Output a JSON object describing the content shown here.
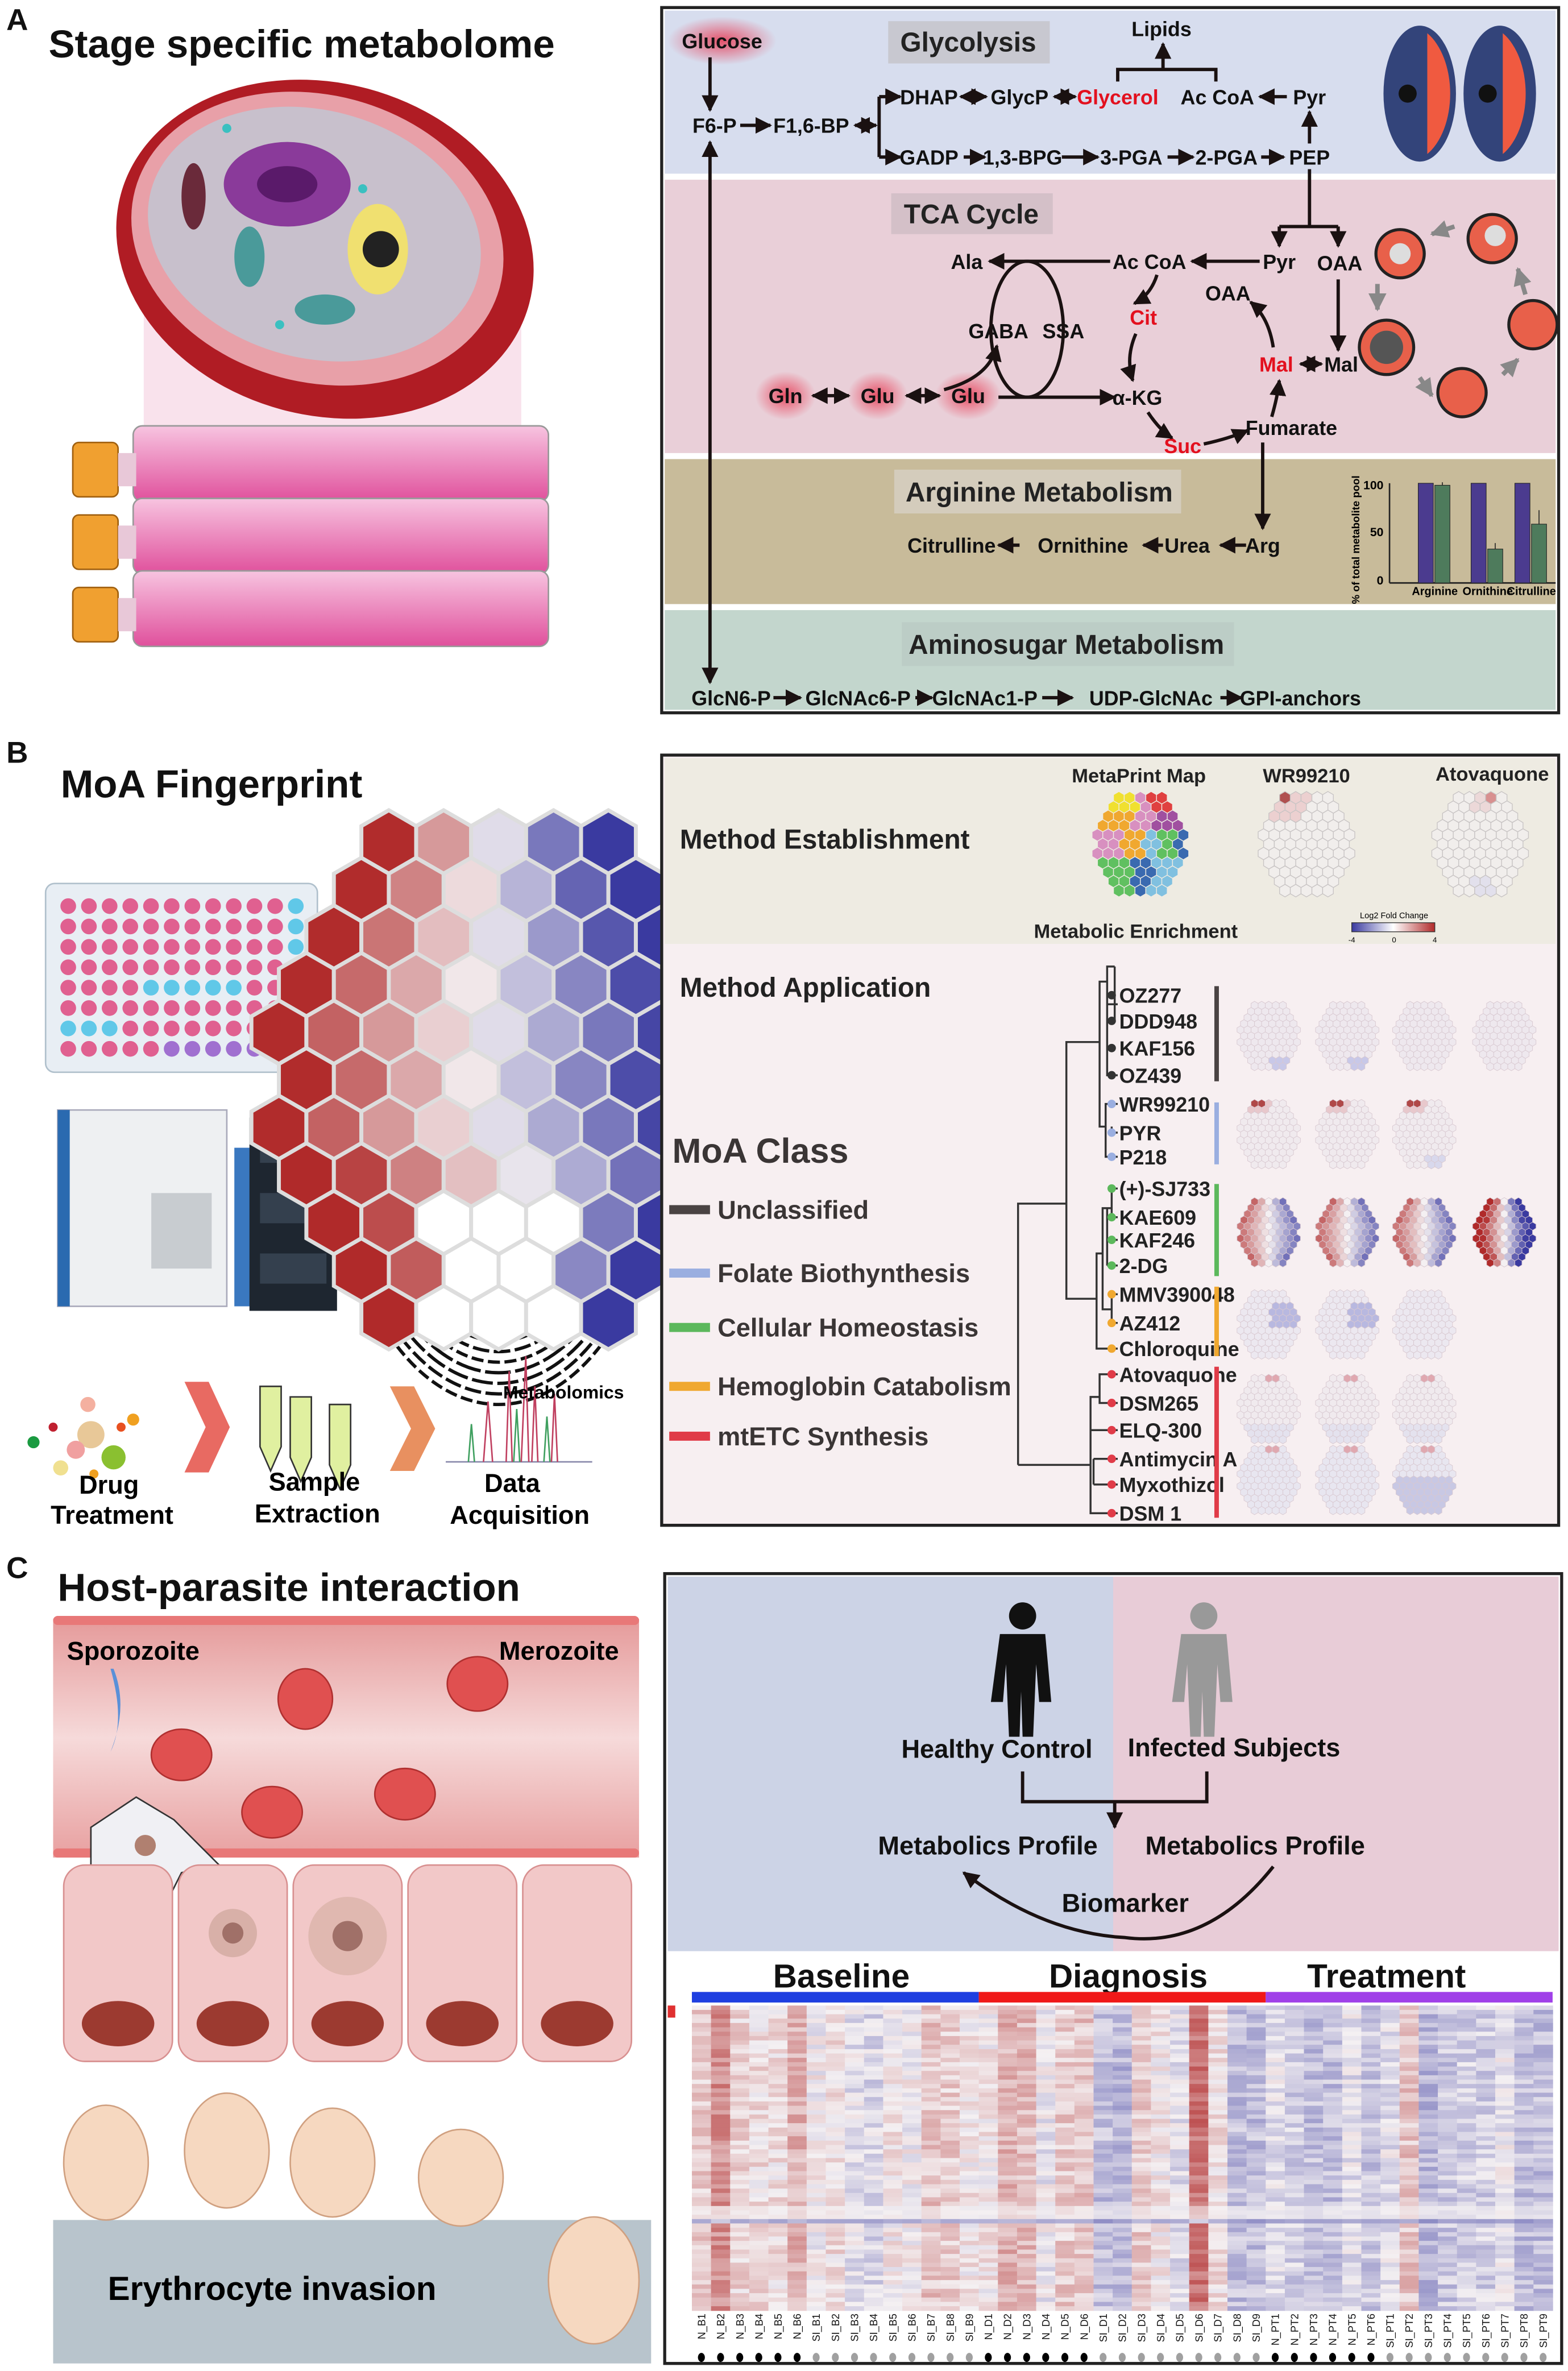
{
  "panel_a": {
    "letter": "A",
    "title": "Stage specific metabolome",
    "glycolysis_title": "Glycolysis",
    "glucose": "Glucose",
    "lipids": "Lipids",
    "f6p": "F6-P",
    "f16bp": "F1,6-BP",
    "dhap": "DHAP",
    "glycp": "GlycP",
    "glycerol": "Glycerol",
    "accoa": "Ac CoA",
    "pyr": "Pyr",
    "gadp": "GADP",
    "bpg13": "1,3-BPG",
    "pga3": "3-PGA",
    "pga2": "2-PGA",
    "pep": "PEP",
    "tca_title": "TCA Cycle",
    "ala": "Ala",
    "accoa2": "Ac CoA",
    "pyr2": "Pyr",
    "oaa": "OAA",
    "oaa2": "OAA",
    "cit": "Cit",
    "gaba": "GABA",
    "ssa": "SSA",
    "mal_red": "Mal",
    "mal": "Mal",
    "gln": "Gln",
    "glu": "Glu",
    "glu2": "Glu",
    "akg": "α-KG",
    "fumarate": "Fumarate",
    "suc": "Suc",
    "arginine_title": "Arginine Metabolism",
    "citrulline": "Citrulline",
    "ornithine": "Ornithine",
    "urea": "Urea",
    "arg": "Arg",
    "aminosugar_title": "Aminosugar Metabolism",
    "glcn6p": "GlcN6-P",
    "glcnac6p": "GlcNAc6-P",
    "glcnac1p": "GlcNAc1-P",
    "udpglcnac": "UDP-GlcNAc",
    "gpi": "GPI-anchors"
  },
  "chart_data": {
    "type": "bar",
    "title": "",
    "xlabel": "",
    "ylabel": "% of total metabolite pool",
    "categories": [
      "Arginine",
      "Ornithine",
      "Citrulline"
    ],
    "series": [
      {
        "name": "series-1",
        "values": [
          100,
          100,
          100
        ],
        "errors": [
          0,
          0,
          0
        ],
        "color": "#4b3b8f"
      },
      {
        "name": "series-2",
        "values": [
          98,
          34,
          59
        ],
        "errors": [
          3,
          6,
          14
        ],
        "color": "#4e7b5c"
      }
    ],
    "ylim": [
      0,
      100
    ],
    "yticks": [
      "0",
      "50",
      "100"
    ]
  },
  "panel_b": {
    "letter": "B",
    "title": "MoA Fingerprint",
    "steps": {
      "drug_1": "Drug",
      "drug_2": "Treatment",
      "sample_1": "Sample",
      "sample_2": "Extraction",
      "data_1": "Data",
      "data_2": "Acquisition",
      "metabolomics": "Metabolomics"
    },
    "method_establishment": "Method Establishment",
    "metaprint_map": "MetaPrint Map",
    "wr99210": "WR99210",
    "atovaquone": "Atovaquone",
    "metabolic_enrichment": "Metabolic Enrichment",
    "colorbar": {
      "title": "Log2 Fold Change",
      "min": "-4",
      "mid": "0",
      "max": "4",
      "low_color": "#3a3aa0",
      "high_color": "#b02a2a"
    },
    "method_application": "Method Application",
    "moa_class_title": "MoA Class",
    "classes": [
      {
        "label": "Unclassified",
        "color": "#4a4343"
      },
      {
        "label": "Folate Biothynthesis",
        "color": "#9aaee0"
      },
      {
        "label": "Cellular Homeostasis",
        "color": "#5cb85c"
      },
      {
        "label": "Hemoglobin Catabolism",
        "color": "#f0a830"
      },
      {
        "label": "mtETC Synthesis",
        "color": "#e03b48"
      }
    ],
    "drugs": [
      {
        "name": "OZ277",
        "class": 0
      },
      {
        "name": "DDD948",
        "class": 0
      },
      {
        "name": "KAF156",
        "class": 0
      },
      {
        "name": "OZ439",
        "class": 0
      },
      {
        "name": "WR99210",
        "class": 1
      },
      {
        "name": "PYR",
        "class": 1
      },
      {
        "name": "P218",
        "class": 1
      },
      {
        "name": "(+)-SJ733",
        "class": 2
      },
      {
        "name": "KAE609",
        "class": 2
      },
      {
        "name": "KAF246",
        "class": 2
      },
      {
        "name": "2-DG",
        "class": 2
      },
      {
        "name": "MMV390048",
        "class": 3
      },
      {
        "name": "AZ412",
        "class": 3
      },
      {
        "name": "Chloroquine",
        "class": 3
      },
      {
        "name": "Atovaquone",
        "class": 4
      },
      {
        "name": "DSM265",
        "class": 4
      },
      {
        "name": "ELQ-300",
        "class": 4
      },
      {
        "name": "Antimycin A",
        "class": 4
      },
      {
        "name": "Myxothizol",
        "class": 4
      },
      {
        "name": "DSM 1",
        "class": 4
      }
    ]
  },
  "panel_c": {
    "letter": "C",
    "title": "Host-parasite interaction",
    "sporozoite": "Sporozoite",
    "merozoite": "Merozoite",
    "erythrocyte_invasion": "Erythrocyte invasion",
    "healthy_control": "Healthy Control",
    "infected_subjects": "Infected Subjects",
    "metabolics_profile_left": "Metabolics Profile",
    "metabolics_profile_right": "Metabolics Profile",
    "biomarker": "Biomarker",
    "groups": [
      {
        "label": "Baseline",
        "color": "#1f3fe0"
      },
      {
        "label": "Diagnosis",
        "color": "#f01818"
      },
      {
        "label": "Treatment",
        "color": "#a040e8"
      }
    ],
    "samples": [
      "N_B1",
      "N_B2",
      "N_B3",
      "N_B4",
      "N_B5",
      "N_B6",
      "SI_B1",
      "SI_B2",
      "SI_B3",
      "SI_B4",
      "SI_B5",
      "SI_B6",
      "SI_B7",
      "SI_B8",
      "SI_B9",
      "N_D1",
      "N_D2",
      "N_D3",
      "N_D4",
      "N_D5",
      "N_D6",
      "SI_D1",
      "SI_D2",
      "SI_D3",
      "SI_D4",
      "SI_D5",
      "SI_D6",
      "SI_D7",
      "SI_D8",
      "SI_D9",
      "N_PT1",
      "N_PT2",
      "N_PT3",
      "N_PT4",
      "N_PT5",
      "N_PT6",
      "SI_PT1",
      "SI_PT2",
      "SI_PT3",
      "SI_PT4",
      "SI_PT5",
      "SI_PT6",
      "SI_PT7",
      "SI_PT8",
      "SI_PT9"
    ],
    "subject_dot_colors": {
      "N": "#000000",
      "SI": "#a0a0a0"
    }
  }
}
